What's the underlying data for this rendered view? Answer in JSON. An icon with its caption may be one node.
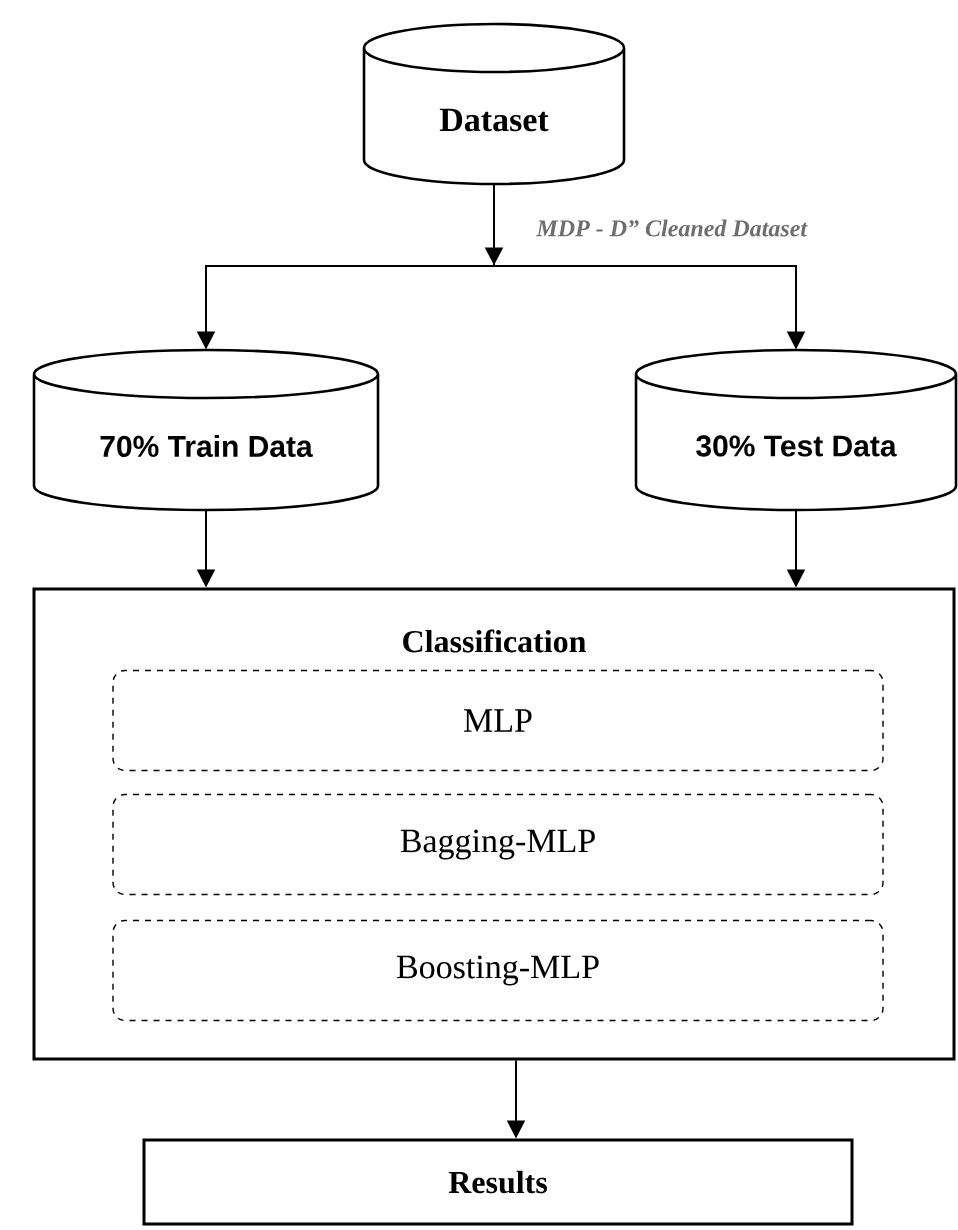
{
  "diagram": {
    "nodes": [
      {
        "text": [
          "Dataset"
        ]
      },
      {
        "text": [
          "70% Train Data"
        ]
      },
      {
        "text": [
          "30% Test Data"
        ]
      },
      {
        "text": [
          "Classification"
        ]
      },
      {
        "text": [
          "MLP"
        ],
        "in": 3
      },
      {
        "text": [
          "Bagging-MLP"
        ],
        "in": 3
      },
      {
        "text": [
          "Boosting-MLP"
        ],
        "in": 3
      },
      {
        "text": [
          "Results"
        ]
      }
    ],
    "edges": [
      {
        "from": 0,
        "to": 1,
        "arrow": "to",
        "label": "MDP - D” Cleaned Dataset"
      },
      {
        "from": 0,
        "to": 2,
        "arrow": "to"
      },
      {
        "from": 1,
        "to": 3,
        "arrow": "to"
      },
      {
        "from": 2,
        "to": 3,
        "arrow": "to"
      },
      {
        "from": 3,
        "to": 7,
        "arrow": "to"
      }
    ]
  }
}
